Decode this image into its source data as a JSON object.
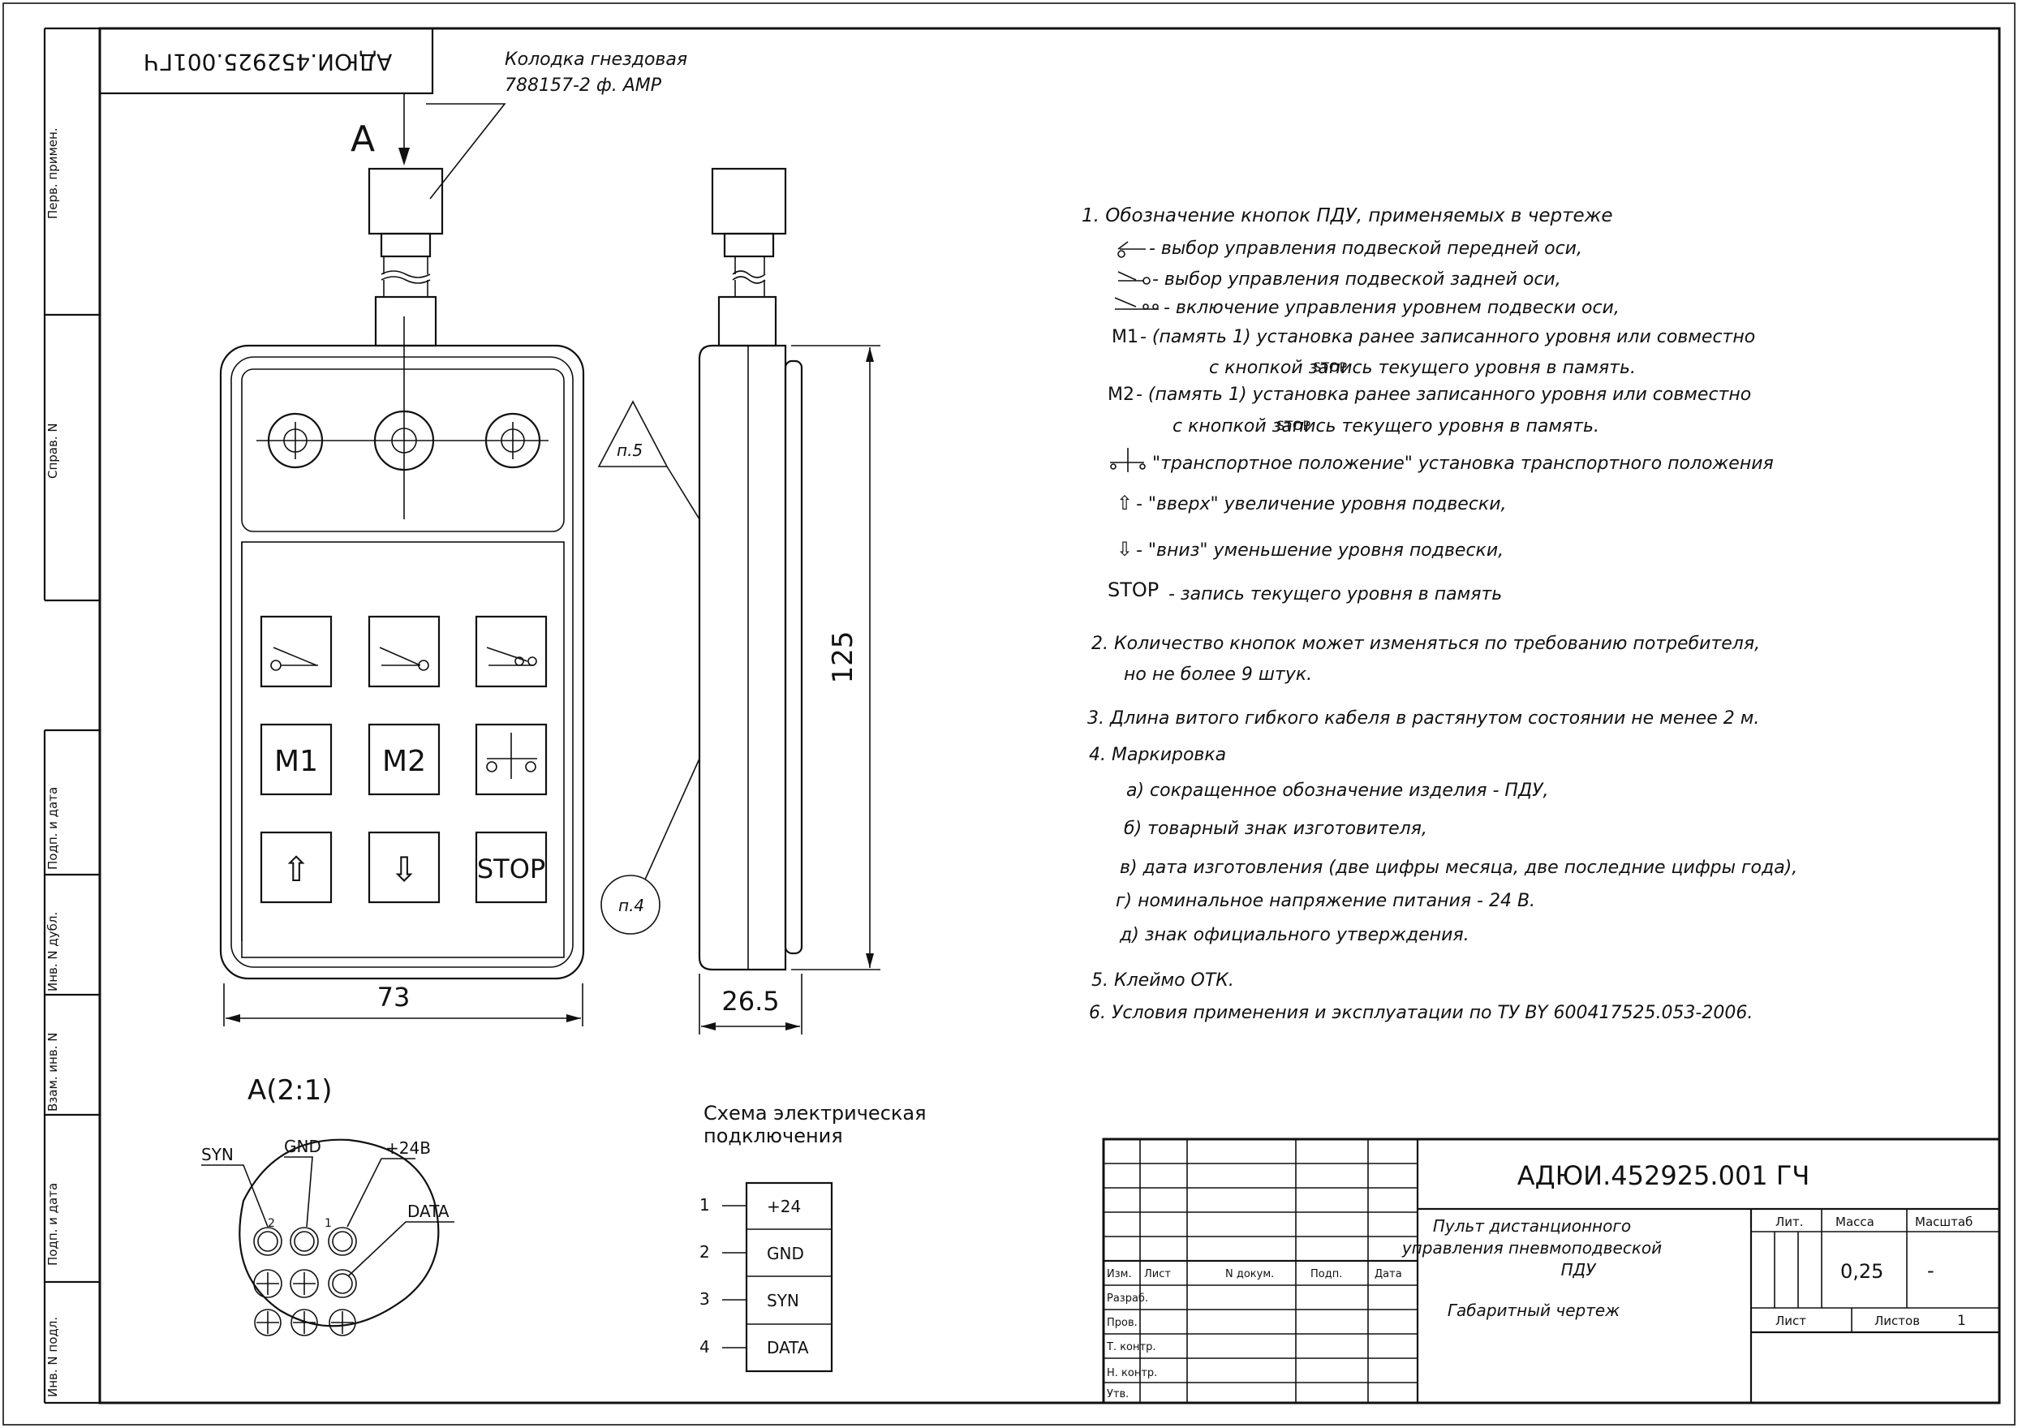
{
  "stamp_top": "АДЮИ.452925.001ГЧ",
  "callout_connector": {
    "line1": "Колодка гнездовая",
    "line2": "788157-2 ф. AMP"
  },
  "view_label": "A",
  "detail_label": "A(2:1)",
  "pointer_labels": {
    "p5": "п.5",
    "p4": "п.4"
  },
  "dimensions": {
    "width": "73",
    "height": "125",
    "depth": "26.5"
  },
  "buttons": [
    "",
    "",
    "",
    "M1",
    "M2",
    "",
    "⇧",
    "⇩",
    "STOP"
  ],
  "pin_labels": {
    "syn": "SYN",
    "gnd": "GND",
    "plus24": "+24В",
    "data": "DATA",
    "pin2": "2",
    "pin1": "1"
  },
  "schema": {
    "title_line1": "Схема электрическая",
    "title_line2": "подключения",
    "rows": [
      {
        "num": "1",
        "label": "+24"
      },
      {
        "num": "2",
        "label": "GND"
      },
      {
        "num": "3",
        "label": "SYN"
      },
      {
        "num": "4",
        "label": "DATA"
      }
    ]
  },
  "notes": {
    "n1": "1. Обозначение кнопок ПДУ, применяемых в чертеже",
    "n1a": "- выбор управления подвеской передней оси,",
    "n1b": "- выбор управления подвеской задней оси,",
    "n1c": "- включение управления уровнем подвески оси,",
    "n1d_key": "M1",
    "n1d": "- (память 1) установка ранее записанного уровня или совместно",
    "n1d2": "с кнопкой        запись текущего уровня в память.",
    "n1e_key": "M2",
    "n1e": "- (память 1) установка ранее записанного уровня или совместно",
    "n1e2": "с кнопкой        запись текущего уровня в память.",
    "stop_small": "STOP",
    "n1f": "\"транспортное положение\" установка транспортного положения",
    "n1g": "- \"вверх\" увеличение уровня подвески,",
    "n1h": "- \"вниз\" уменьшение уровня подвески,",
    "n1i_key": "STOP",
    "n1i": "- запись текущего уровня в память",
    "n2": "2. Количество кнопок может изменяться по требованию потребителя,",
    "n2b": "но не более 9 штук.",
    "n3": "3. Длина витого  гибкого кабеля в растянутом состоянии не менее 2 м.",
    "n4": "4. Маркировка",
    "n4a": "а) сокращенное обозначение изделия - ПДУ,",
    "n4b": "б) товарный знак изготовителя,",
    "n4c": "в) дата изготовления (две цифры месяца, две последние цифры года),",
    "n4d": "г) номинальное напряжение питания - 24 В.",
    "n4e": "д) знак официального утверждения.",
    "n5": "5. Клеймо ОТК.",
    "n6": "6. Условия применения и эксплуатации по ТУ BY 600417525.053-2006."
  },
  "side_labels": [
    "Перв. примен.",
    "Справ. N",
    "Подп. и дата",
    "Инв. N дубл.",
    "Взам. инв. N",
    "Подп. и дата",
    "Инв. N подл."
  ],
  "title_block": {
    "code": "АДЮИ.452925.001 ГЧ",
    "name_line1": "Пульт дистанционного",
    "name_line2": "управления пневмоподвеской",
    "name_line3": "ПДУ",
    "name_line4": "Габаритный чертеж",
    "lit": "Лит.",
    "mass": "Масса",
    "scale": "Масштаб",
    "mass_value": "0,25",
    "scale_value": "-",
    "sheet": "Лист",
    "sheets": "Листов",
    "sheets_value": "1",
    "col_izm": "Изм.",
    "col_list": "Лист",
    "col_doc": "N докум.",
    "col_sign": "Подп.",
    "col_date": "Дата",
    "razrab": "Разраб.",
    "prov": "Пров.",
    "tkontr": "Т. контр.",
    "nkontr": "Н. контр.",
    "utv": "Утв."
  }
}
